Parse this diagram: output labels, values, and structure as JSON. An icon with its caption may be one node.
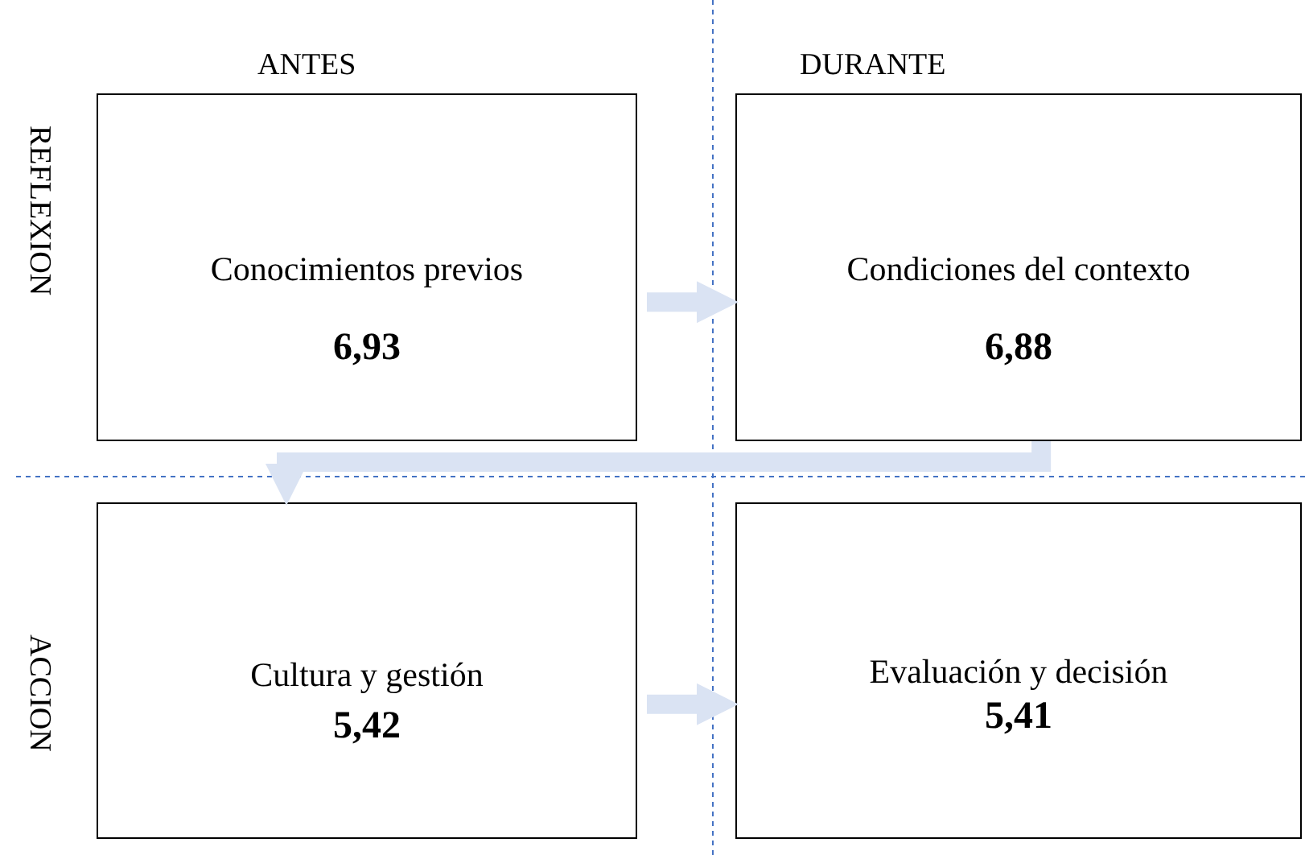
{
  "diagram": {
    "nodes": [
      {
        "text": [
          "Conocimientos previos",
          "6,93"
        ]
      },
      {
        "text": [
          "Condiciones del contexto",
          "6,88"
        ]
      },
      {
        "text": [
          "Cultura y gestión",
          "5,42"
        ]
      },
      {
        "text": [
          "Evaluación y decisión",
          "5,41"
        ]
      }
    ],
    "edges": [
      {
        "from": 0,
        "to": 1,
        "arrow": "to"
      },
      {
        "from": 1,
        "to": 2,
        "arrow": "to"
      },
      {
        "from": 2,
        "to": 3,
        "arrow": "to"
      }
    ],
    "labels": [
      "ANTES",
      "DURANTE",
      "REFLEXION",
      "ACCION"
    ]
  }
}
